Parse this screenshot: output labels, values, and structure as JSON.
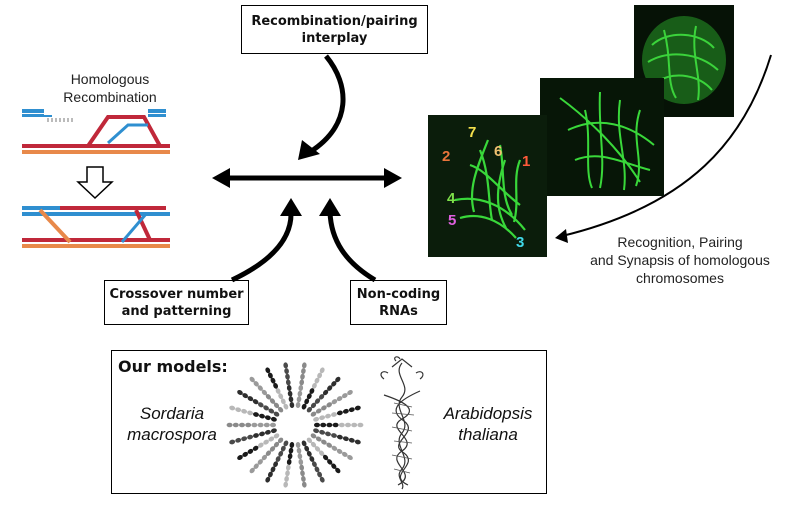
{
  "boxes": {
    "interplay": [
      "Recombination/pairing",
      "interplay"
    ],
    "crossover": [
      "Crossover number",
      "and patterning"
    ],
    "ncrna": [
      "Non-coding",
      "RNAs"
    ]
  },
  "hr_label": [
    "Homologous",
    "Recombination"
  ],
  "recognition_label": [
    "Recognition, Pairing",
    "and Synapsis of homologous",
    "chromosomes"
  ],
  "chromosome_numbers": [
    {
      "label": "7",
      "color": "#f4e04d"
    },
    {
      "label": "2",
      "color": "#e8743b"
    },
    {
      "label": "6",
      "color": "#f0c070"
    },
    {
      "label": "1",
      "color": "#ff5a3a"
    },
    {
      "label": "4",
      "color": "#7ee04a"
    },
    {
      "label": "5",
      "color": "#e060e0"
    },
    {
      "label": "3",
      "color": "#40d8e8"
    }
  ],
  "models": {
    "title": "Our models:",
    "sordaria": [
      "Sordaria",
      "macrospora"
    ],
    "arabidopsis": [
      "Arabidopsis",
      "thaliana"
    ]
  },
  "colors": {
    "dna_blue": "#2f8fd0",
    "dna_red": "#c0283a",
    "dna_orange": "#e8894a",
    "micro_bg": "#0a1a0a",
    "micro_green": "#39d83a"
  }
}
